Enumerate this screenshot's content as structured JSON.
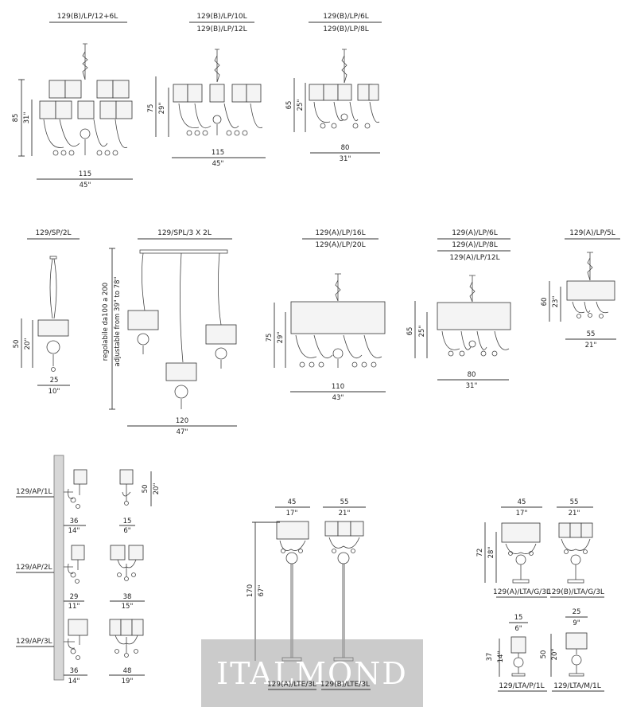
{
  "brand": {
    "watermark": "ITALMOND",
    "accent": "#333333",
    "watermark_bg": "#a0a0a0"
  },
  "labels": {
    "b12": "129(B)/LP/12+6L",
    "b10": "129(B)/LP/10L",
    "b12b": "129(B)/LP/12L",
    "b6": "129(B)/LP/6L",
    "b8": "129(B)/LP/8L",
    "sp2": "129/SP/2L",
    "spl": "129/SPL/3 X 2L",
    "a16": "129(A)/LP/16L",
    "a20": "129(A)/LP/20L",
    "a6": "129(A)/LP/6L",
    "a8": "129(A)/LP/8L",
    "a12": "129(A)/LP/12L",
    "a5": "129(A)/LP/5L",
    "ap1": "129/AP/1L",
    "ap2": "129/AP/2L",
    "ap3": "129/AP/3L",
    "lte_a": "129(A)/LTE/3L",
    "lte_b": "129(B)/LTE/3L",
    "ltag_a": "129(A)/LTA/G/3L",
    "ltag_b": "129(B)/LTA/G/3L",
    "ltap": "129/LTA/P/1L",
    "ltam": "129/LTA/M/1L",
    "adjust_it": "regolabile da100 a 200",
    "adjust_en": "adjustable from 39\" to 78\""
  },
  "dims": {
    "d85": "85",
    "d31in": "31\"",
    "d115": "115",
    "d45in": "45\"",
    "d75": "75",
    "d29in": "29\"",
    "d65": "65",
    "d25in": "25\"",
    "d80": "80",
    "d50": "50",
    "d20in": "20\"",
    "d25": "25",
    "d10in": "10\"",
    "d120": "120",
    "d47in": "47\"",
    "d110": "110",
    "d43in": "43\"",
    "d60": "60",
    "d23in": "23\"",
    "d55": "55",
    "d21in": "21\"",
    "d36": "36",
    "d14in": "14\"",
    "d15": "15",
    "d6in": "6\"",
    "d29": "29",
    "d11in": "11\"",
    "d38": "38",
    "d15in": "15\"",
    "d48": "48",
    "d19in": "19\"",
    "d45": "45",
    "d17in": "17\"",
    "d170": "170",
    "d67in": "67\"",
    "d72": "72",
    "d28in": "28\"",
    "d37": "37",
    "d9in": "9\""
  }
}
